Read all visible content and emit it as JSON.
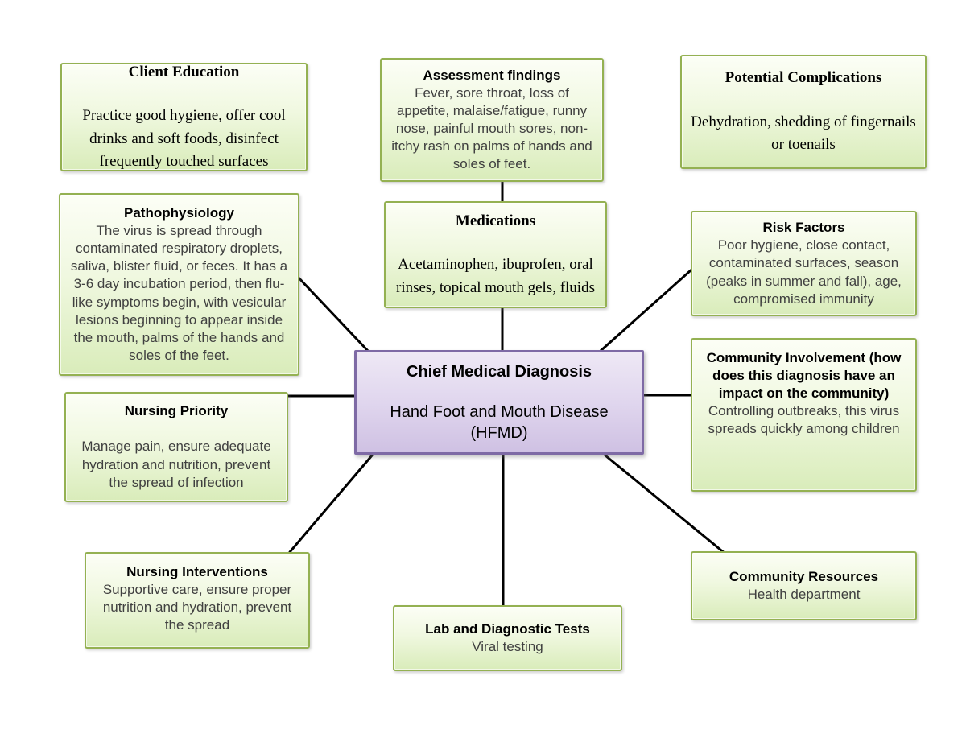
{
  "colors": {
    "node_border": "#94b152",
    "node_fill_top": "#fcfef6",
    "node_fill_bottom": "#d9ecba",
    "center_border": "#7e6aa5",
    "center_fill_top": "#eee8f5",
    "center_fill_bottom": "#cfc1e3",
    "title_text": "#000000",
    "body_text": "#404040",
    "connector": "#000000"
  },
  "center": {
    "title": "Chief Medical Diagnosis",
    "subtitle": "Hand Foot and Mouth Disease (HFMD)"
  },
  "nodes": [
    {
      "id": "client-education",
      "title": "Client Education",
      "body": "Practice good hygiene, offer cool drinks and soft foods, disinfect frequently touched surfaces"
    },
    {
      "id": "assessment-findings",
      "title": "Assessment findings",
      "body": "Fever, sore throat, loss of appetite, malaise/fatigue, runny nose, painful mouth sores, non-itchy rash on palms of hands and soles of feet."
    },
    {
      "id": "potential-complications",
      "title": "Potential Complications",
      "body": "Dehydration, shedding of fingernails or toenails"
    },
    {
      "id": "pathophysiology",
      "title": "Pathophysiology",
      "body": "The virus is spread through contaminated respiratory droplets, saliva, blister fluid, or feces. It has a 3-6 day incubation period, then flu-like symptoms begin, with vesicular lesions beginning to appear inside the mouth, palms of the hands and soles of the feet."
    },
    {
      "id": "medications",
      "title": "Medications",
      "body": "Acetaminophen, ibuprofen, oral rinses, topical mouth gels, fluids"
    },
    {
      "id": "risk-factors",
      "title": "Risk Factors",
      "body": "Poor hygiene, close contact, contaminated surfaces, season (peaks in summer and fall), age, compromised immunity"
    },
    {
      "id": "nursing-priority",
      "title": "Nursing Priority",
      "body": "Manage pain, ensure adequate hydration and nutrition, prevent the spread of infection"
    },
    {
      "id": "community-involvement",
      "title": "Community Involvement (how does this diagnosis have an impact on the community)",
      "body": "Controlling outbreaks, this virus spreads quickly among children"
    },
    {
      "id": "nursing-interventions",
      "title": "Nursing Interventions",
      "body": "Supportive care, ensure proper nutrition and hydration, prevent the spread"
    },
    {
      "id": "lab-tests",
      "title": "Lab and Diagnostic Tests",
      "body": "Viral testing"
    },
    {
      "id": "community-resources",
      "title": "Community Resources",
      "body": "Health department"
    }
  ]
}
